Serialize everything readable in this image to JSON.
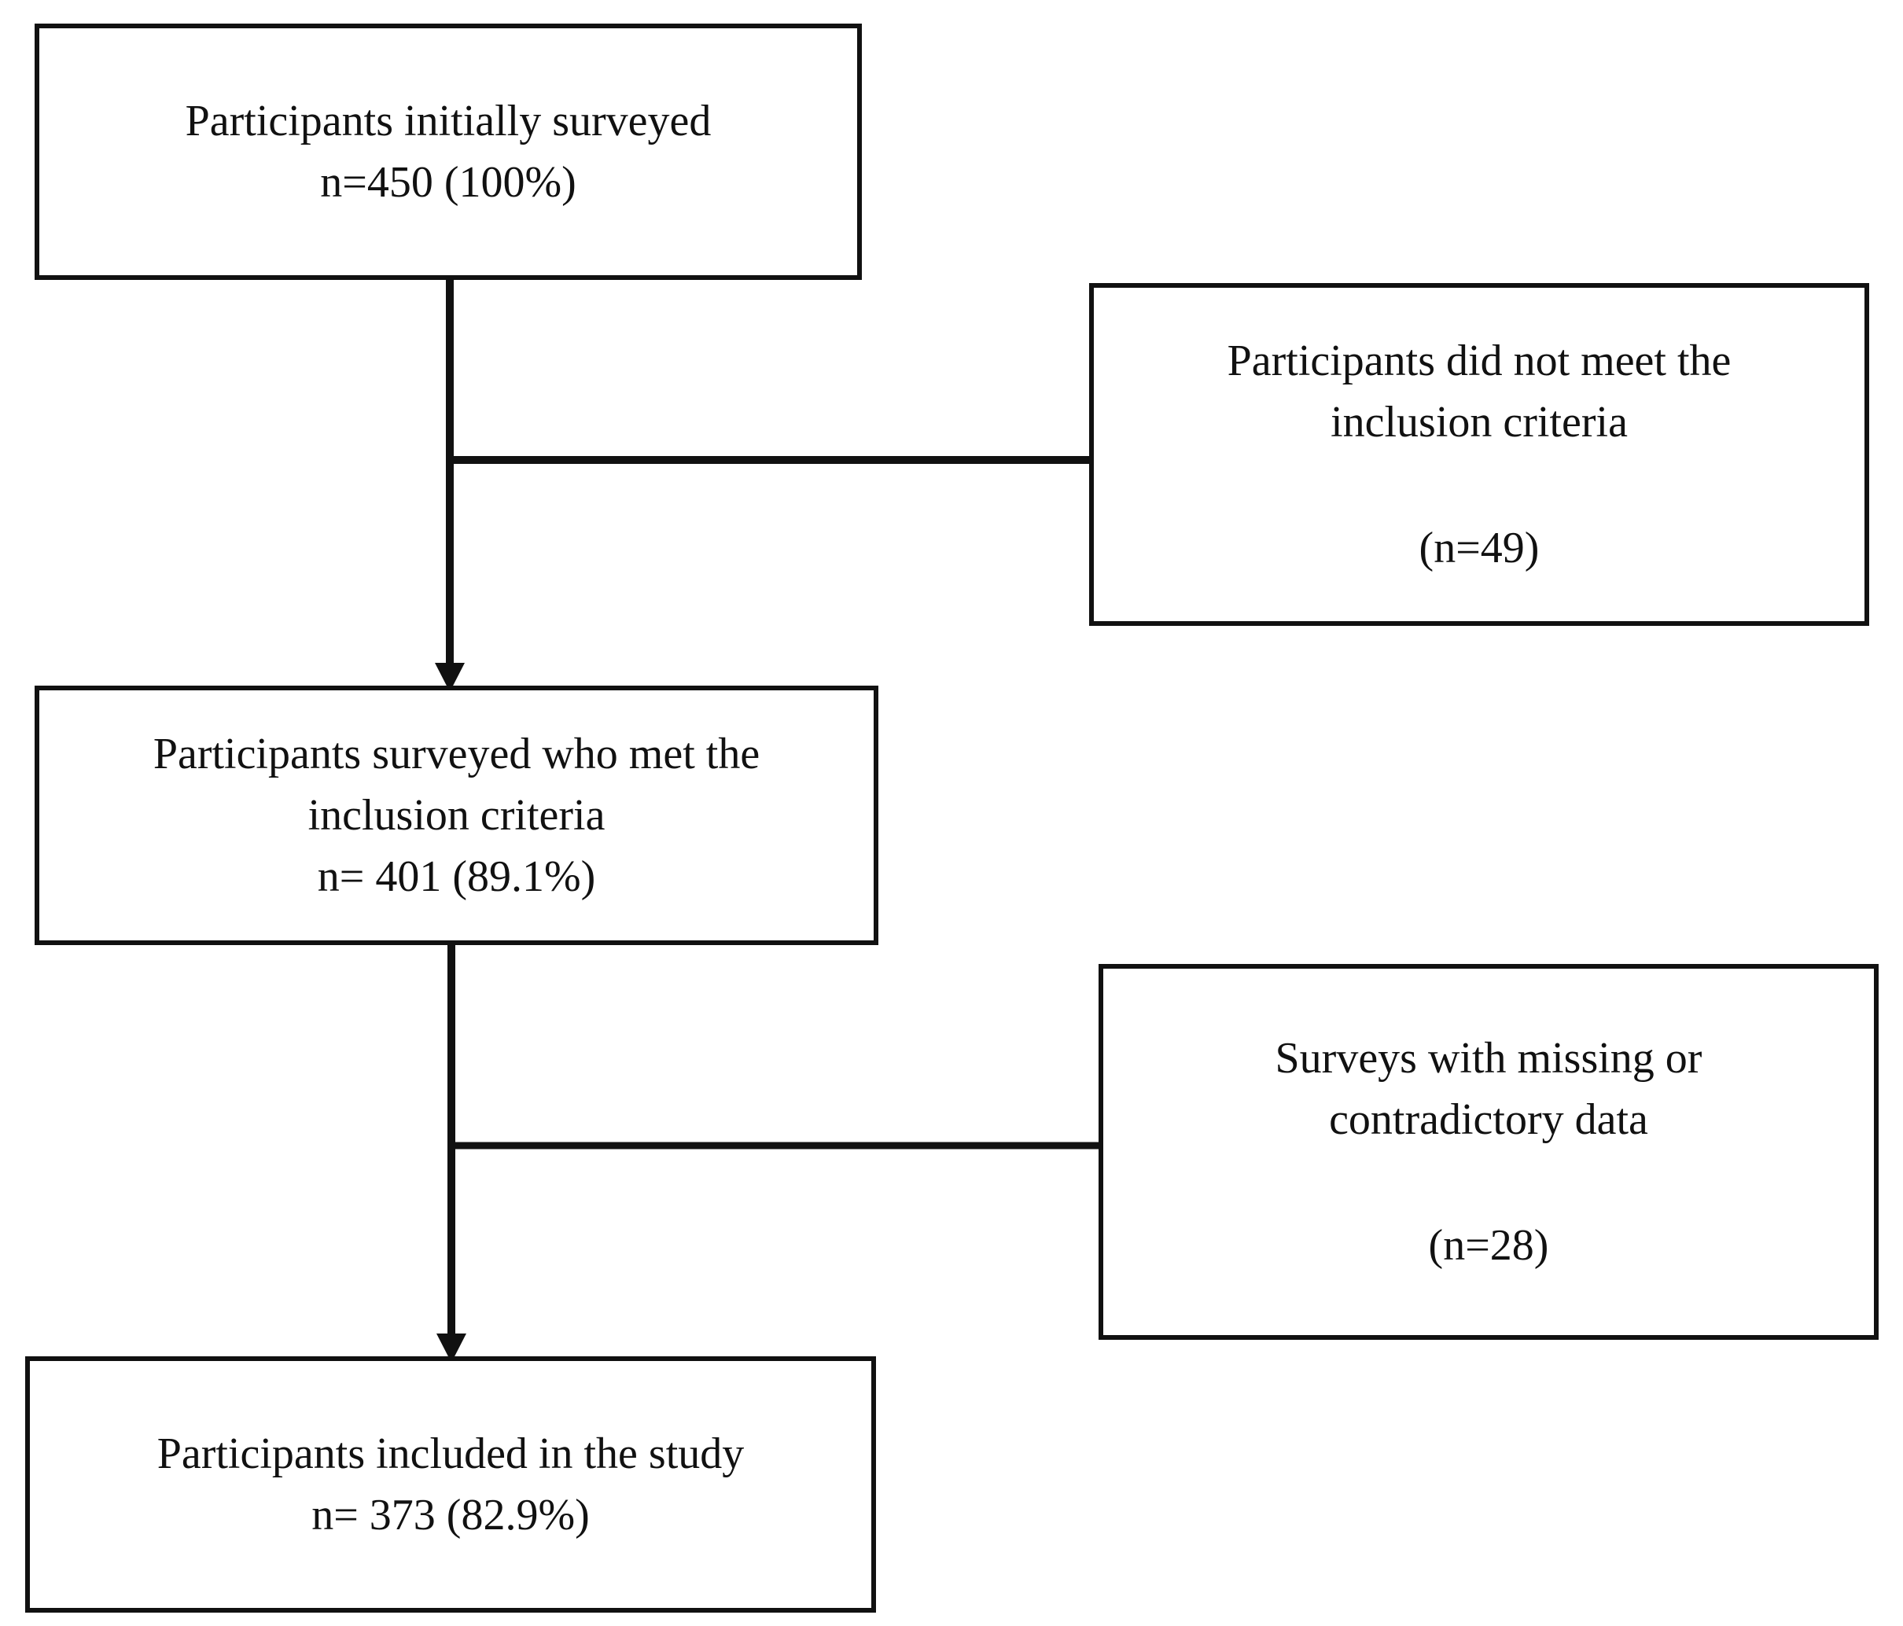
{
  "flowchart": {
    "box1": {
      "line1": "Participants initially surveyed",
      "line2": "n=450 (100%)"
    },
    "box2": {
      "line1": "Participants did not meet the",
      "line2": "inclusion criteria",
      "line3": "(n=49)"
    },
    "box3": {
      "line1": "Participants surveyed who met the",
      "line2": "inclusion criteria",
      "line3": "n= 401 (89.1%)"
    },
    "box4": {
      "line1": "Surveys with missing or",
      "line2": "contradictory data",
      "line3": "(n=28)"
    },
    "box5": {
      "line1": "Participants included in the study",
      "line2": "n= 373 (82.9%)"
    }
  }
}
